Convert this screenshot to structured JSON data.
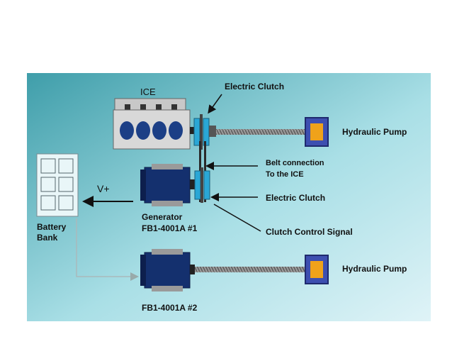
{
  "labels": {
    "ice": "ICE",
    "electric_clutch_top": "Electric Clutch",
    "hydraulic_pump_top": "Hydraulic Pump",
    "belt_connection_line1": "Belt connection",
    "belt_connection_line2": "To the ICE",
    "v_plus": "V+",
    "electric_clutch_mid": "Electric Clutch",
    "generator_line1": "Generator",
    "generator_line2": "FB1-4001A #1",
    "battery_line1": "Battery",
    "battery_line2": "Bank",
    "clutch_control_signal": "Clutch Control Signal",
    "hydraulic_pump_bottom": "Hydraulic Pump",
    "generator2_label": "FB1-4001A #2"
  },
  "colors": {
    "panel_gradient_start": "#3f9eaa",
    "panel_gradient_end": "#dff3f7",
    "engine_body": "#d8d8d8",
    "cylinder": "#1c3f86",
    "clutch": "#2aa7d6",
    "pump_frame": "#3d4fb0",
    "pump_core": "#f0a21a",
    "generator_body": "#14306e",
    "arrow": "#111111"
  }
}
